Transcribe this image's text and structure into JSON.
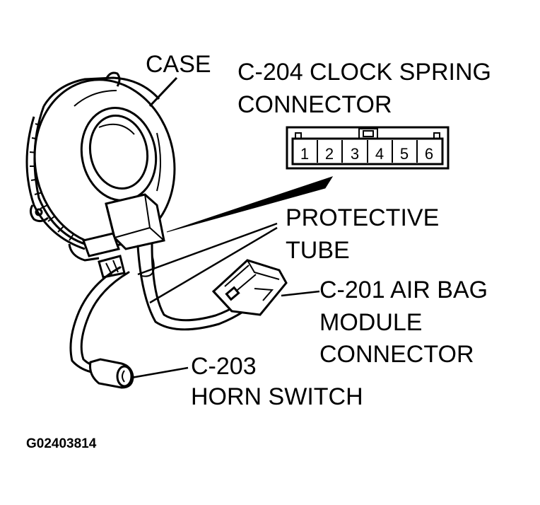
{
  "labels": {
    "case": "CASE",
    "clock_spring_line1": "C-204 CLOCK SPRING",
    "clock_spring_line2": "CONNECTOR",
    "protective_line1": "PROTECTIVE",
    "protective_line2": "TUBE",
    "airbag_line1": "C-201 AIR BAG",
    "airbag_line2": "MODULE",
    "airbag_line3": "CONNECTOR",
    "horn_line1": "C-203",
    "horn_line2": "HORN SWITCH"
  },
  "connector_pins": [
    "1",
    "2",
    "3",
    "4",
    "5",
    "6"
  ],
  "figure_id": "G02403814"
}
